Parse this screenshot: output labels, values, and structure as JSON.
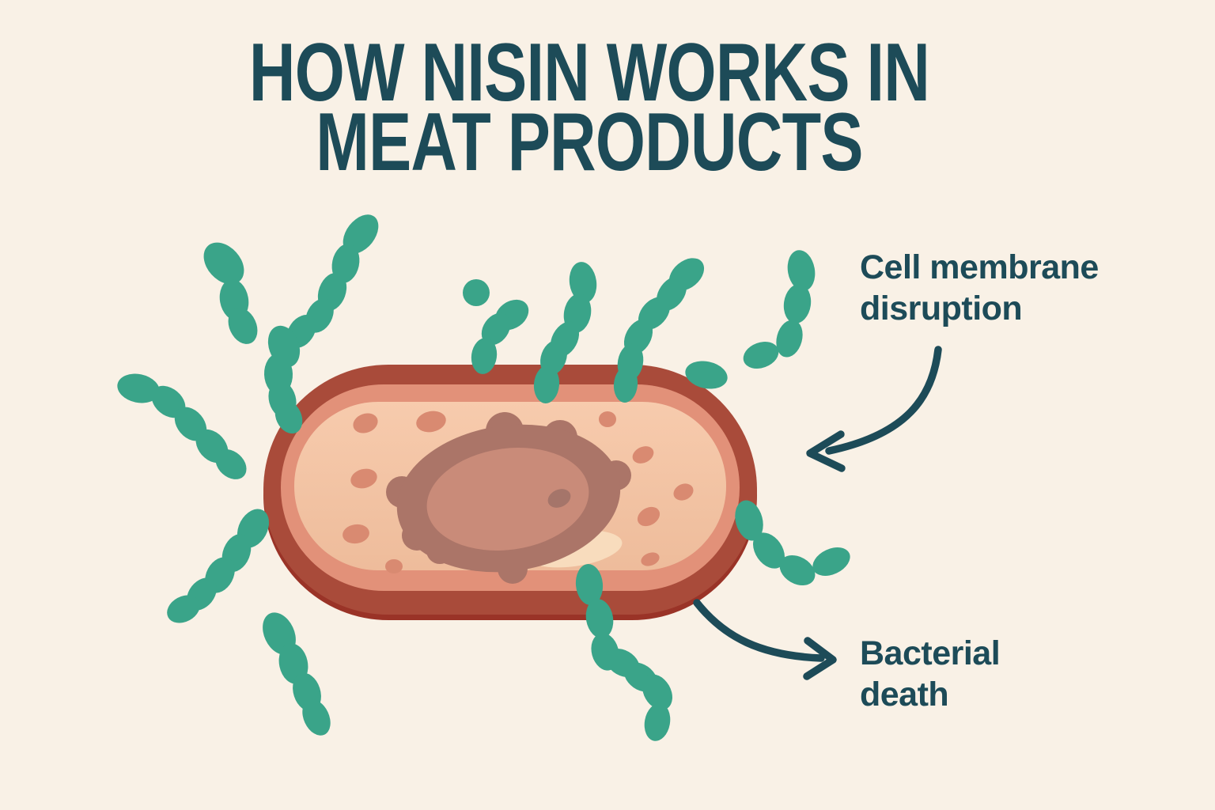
{
  "title": {
    "line1": "HOW NISIN WORKS IN",
    "line2": "MEAT PRODUCTS"
  },
  "annotations": {
    "membrane": {
      "line1": "Cell membrane",
      "line2": "disruption"
    },
    "death": {
      "line1": "Bacterial",
      "line2": "death"
    }
  },
  "diagram": {
    "subject": "bacterial cell attacked by nisin chains",
    "elements": [
      "bacterial-cell",
      "cell-membrane",
      "cytoplasm",
      "nucleoid",
      "nisin-chains",
      "membrane-arrow",
      "death-arrow"
    ]
  },
  "colors": {
    "background": "#f9f1e6",
    "ink": "#1d4b58",
    "membrane-dark": "#a94b3a",
    "membrane-shadow": "#9a3327",
    "membrane-light": "#e29179",
    "cytoplasm-top": "#f7cbad",
    "cytoplasm-bottom": "#eebc9b",
    "spot": "#d98a71",
    "nucleoid": "#ab7568",
    "nucleoid-inner": "#c98b79",
    "nucleoid-dot": "#a5756a",
    "crescent": "#f8dcbd",
    "nisin": "#3aa489"
  }
}
